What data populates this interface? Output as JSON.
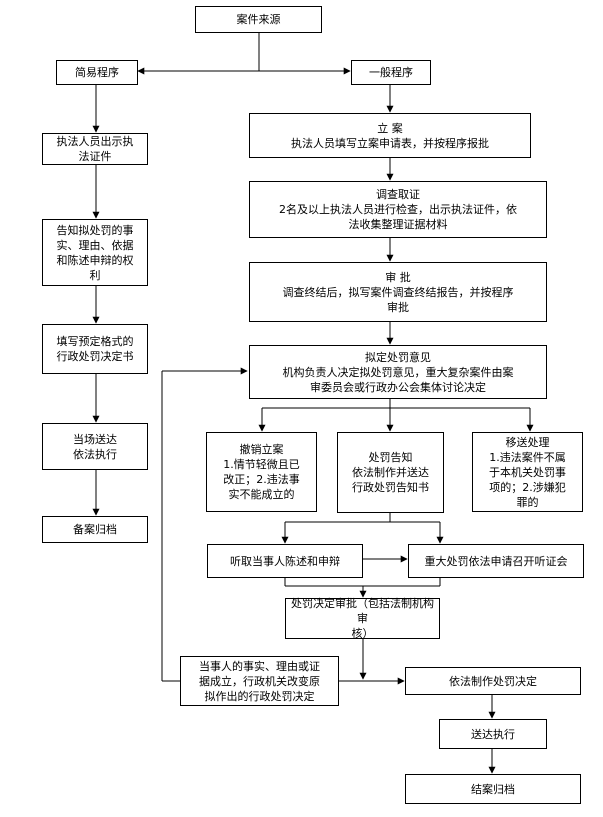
{
  "nodes": {
    "source": {
      "lines": [
        "案件来源"
      ]
    },
    "simple": {
      "lines": [
        "简易程序"
      ]
    },
    "general": {
      "lines": [
        "一般程序"
      ]
    },
    "s1": {
      "lines": [
        "执法人员出示执",
        "法证件"
      ]
    },
    "s2": {
      "lines": [
        "告知拟处罚的事",
        "实、理由、依据",
        "和陈述申辩的权",
        "利"
      ]
    },
    "s3": {
      "lines": [
        "填写预定格式的",
        "行政处罚决定书"
      ]
    },
    "s4": {
      "lines": [
        "当场送达",
        "依法执行"
      ]
    },
    "s5": {
      "lines": [
        "备案归档"
      ]
    },
    "g1": {
      "lines": [
        "立  案",
        "执法人员填写立案申请表，并按程序报批"
      ]
    },
    "g2": {
      "lines": [
        "调查取证",
        "2名及以上执法人员进行检查，出示执法证件，依",
        "法收集整理证据材料"
      ]
    },
    "g3": {
      "lines": [
        "审  批",
        "调查终结后，拟写案件调查终结报告，并按程序",
        "审批"
      ]
    },
    "g4": {
      "lines": [
        "拟定处罚意见",
        "机构负责人决定拟处罚意见，重大复杂案件由案",
        "审委员会或行政办公会集体讨论决定"
      ]
    },
    "b1": {
      "lines": [
        "撤销立案",
        "1.情节轻微且已",
        "改正；2.违法事",
        "实不能成立的"
      ]
    },
    "b2": {
      "lines": [
        "处罚告知",
        "依法制作并送达",
        "行政处罚告知书"
      ]
    },
    "b3": {
      "lines": [
        "移送处理",
        "1.违法案件不属",
        "于本机关处罚事",
        "项的；2.涉嫌犯",
        "罪的"
      ]
    },
    "h1": {
      "lines": [
        "听取当事人陈述和申辩"
      ]
    },
    "h2": {
      "lines": [
        "重大处罚依法申请召开听证会"
      ]
    },
    "d1": {
      "lines": [
        "处罚决定审批（包括法制机构审",
        "核）"
      ]
    },
    "c1": {
      "lines": [
        "当事人的事实、理由或证",
        "据成立，行政机关改变原",
        "拟作出的行政处罚决定"
      ]
    },
    "e1": {
      "lines": [
        "依法制作处罚决定"
      ]
    },
    "e2": {
      "lines": [
        "送达执行"
      ]
    },
    "e3": {
      "lines": [
        "结案归档"
      ]
    }
  }
}
